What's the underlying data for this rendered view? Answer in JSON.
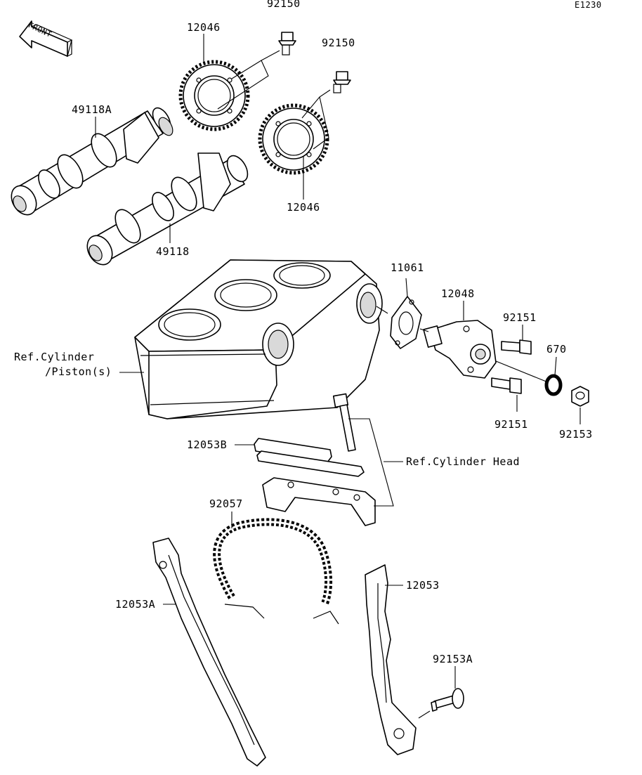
{
  "diagram_code": "E1230",
  "front_sign": "FRONT",
  "labels": {
    "p92150a": "92150",
    "p12046a": "12046",
    "p92150b": "92150",
    "p49118A": "49118A",
    "p12046b": "12046",
    "p49118": "49118",
    "p11061": "11061",
    "p12048": "12048",
    "p92151a": "92151",
    "p670": "670",
    "p92151b": "92151",
    "p92153": "92153",
    "ref_cylinder_1": "Ref.Cylinder",
    "ref_cylinder_2": "/Piston(s)",
    "p12053B": "12053B",
    "ref_cylinder_head": "Ref.Cylinder Head",
    "p92057": "92057",
    "p12053": "12053",
    "p12053A": "12053A",
    "p92153A": "92153A"
  }
}
